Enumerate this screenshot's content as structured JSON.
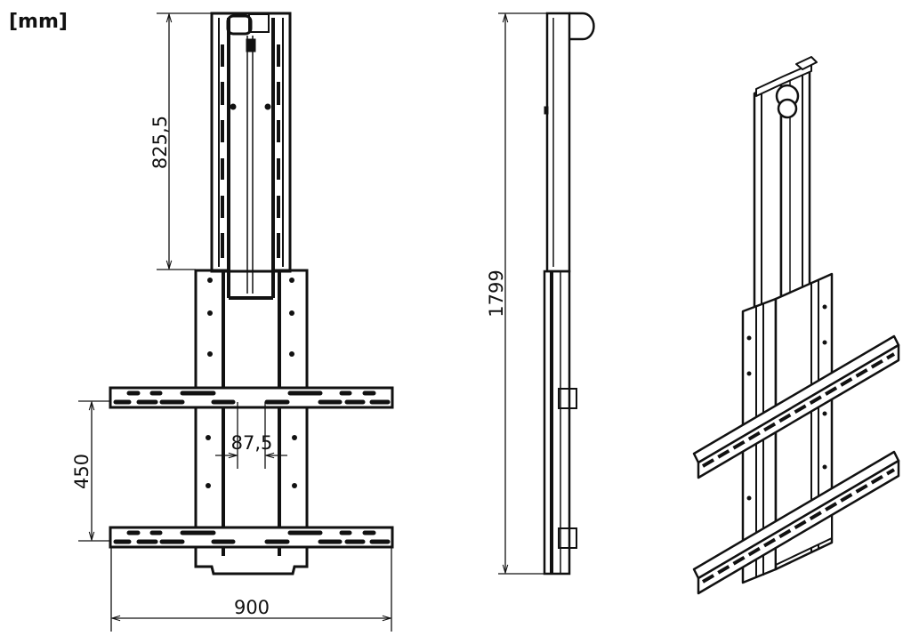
{
  "units": "[mm]",
  "views": {
    "front": {
      "dim_extension": "825,5",
      "dim_rail_spacing": "450",
      "dim_slot_spacing": "87,5",
      "dim_width": "900"
    },
    "side": {
      "dim_total_height": "1799"
    }
  },
  "colors": {
    "line": "#111111",
    "background": "#ffffff"
  }
}
